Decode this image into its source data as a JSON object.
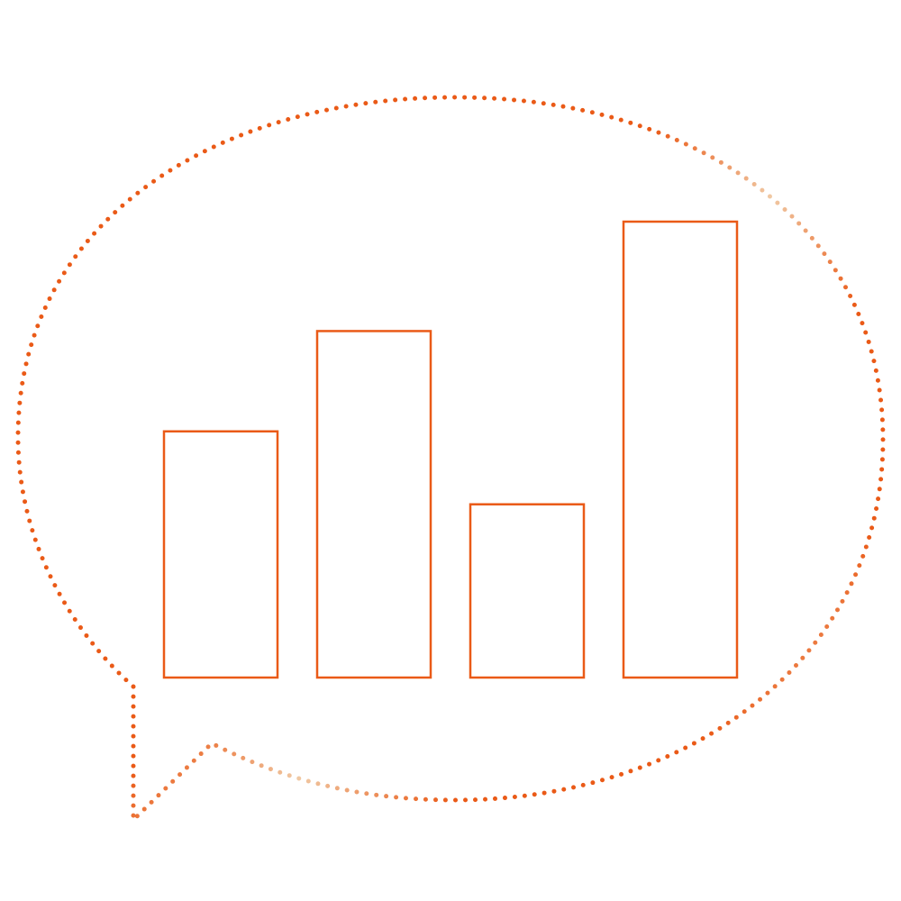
{
  "icon": {
    "name": "speech-bubble-bar-chart-icon",
    "colors": {
      "accent": "#ea5a17",
      "accent_faded": "#f0c9a4",
      "background": "#ffffff"
    },
    "outline_style": "dotted",
    "bars": {
      "count": 4,
      "relative_heights": [
        0.54,
        0.76,
        0.38,
        1.0
      ]
    }
  }
}
